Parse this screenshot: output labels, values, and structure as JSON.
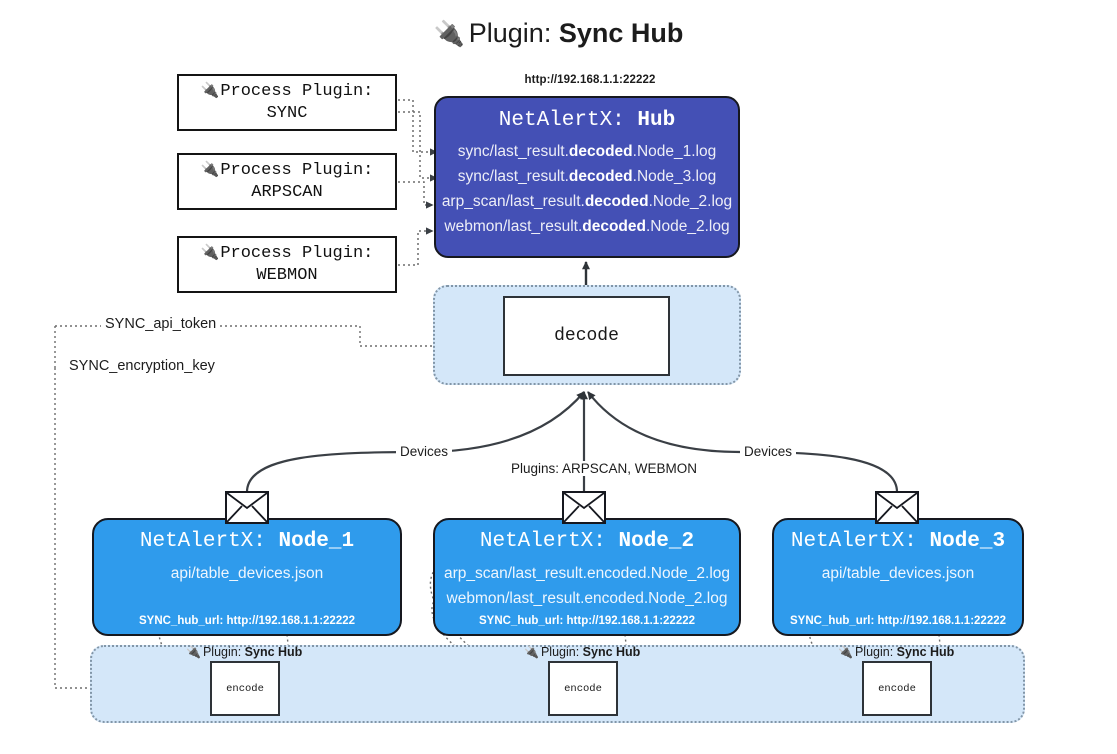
{
  "title": {
    "icon": "plug-icon",
    "prefix": "Plugin:",
    "name": "Sync Hub"
  },
  "colors": {
    "hub_fill": "#4450b5",
    "node_fill": "#2f9bec",
    "container_fill": "#d4e7f9",
    "stroke": "#16181f",
    "white": "#ffffff"
  },
  "process_plugins": [
    {
      "icon": "plug-icon",
      "line1": "Process Plugin:",
      "line2": "SYNC"
    },
    {
      "icon": "plug-icon",
      "line1": "Process Plugin:",
      "line2": "ARPSCAN"
    },
    {
      "icon": "plug-icon",
      "line1": "Process Plugin:",
      "line2": "WEBMON"
    }
  ],
  "hub": {
    "url": "http://192.168.1.1:22222",
    "title_prefix": "NetAlertX:",
    "title_name": "Hub",
    "logs": [
      {
        "pre": "sync/last_result.",
        "mid": "decoded",
        "post": ".Node_1.log"
      },
      {
        "pre": "sync/last_result.",
        "mid": "decoded",
        "post": ".Node_3.log"
      },
      {
        "pre": "arp_scan/last_result.",
        "mid": "decoded",
        "post": ".Node_2.log"
      },
      {
        "pre": "webmon/last_result.",
        "mid": "decoded",
        "post": ".Node_2.log"
      }
    ]
  },
  "decode": {
    "label": "decode"
  },
  "tokens": [
    {
      "label": "SYNC_api_token"
    },
    {
      "label": "SYNC_encryption_key"
    }
  ],
  "edge_captions": {
    "devices_left": "Devices",
    "plugins_center": "Plugins: ARPSCAN, WEBMON",
    "devices_right": "Devices"
  },
  "nodes": [
    {
      "title_prefix": "NetAlertX:",
      "title_name": "Node_1",
      "lines": [
        "api/table_devices.json"
      ],
      "footer": "SYNC_hub_url: http://192.168.1.1:22222",
      "icon": "envelope-icon"
    },
    {
      "title_prefix": "NetAlertX:",
      "title_name": "Node_2",
      "lines": [
        "arp_scan/last_result.encoded.Node_2.log",
        "webmon/last_result.encoded.Node_2.log"
      ],
      "footer": "SYNC_hub_url: http://192.168.1.1:22222",
      "icon": "envelope-icon"
    },
    {
      "title_prefix": "NetAlertX:",
      "title_name": "Node_3",
      "lines": [
        "api/table_devices.json"
      ],
      "footer": "SYNC_hub_url: http://192.168.1.1:22222",
      "icon": "envelope-icon"
    }
  ],
  "encoders": [
    {
      "caption_prefix": "Plugin:",
      "caption_name": "Sync Hub",
      "label": "encode",
      "icon": "plug-icon"
    },
    {
      "caption_prefix": "Plugin:",
      "caption_name": "Sync Hub",
      "label": "encode",
      "icon": "plug-icon"
    },
    {
      "caption_prefix": "Plugin:",
      "caption_name": "Sync Hub",
      "label": "encode",
      "icon": "plug-icon"
    }
  ]
}
